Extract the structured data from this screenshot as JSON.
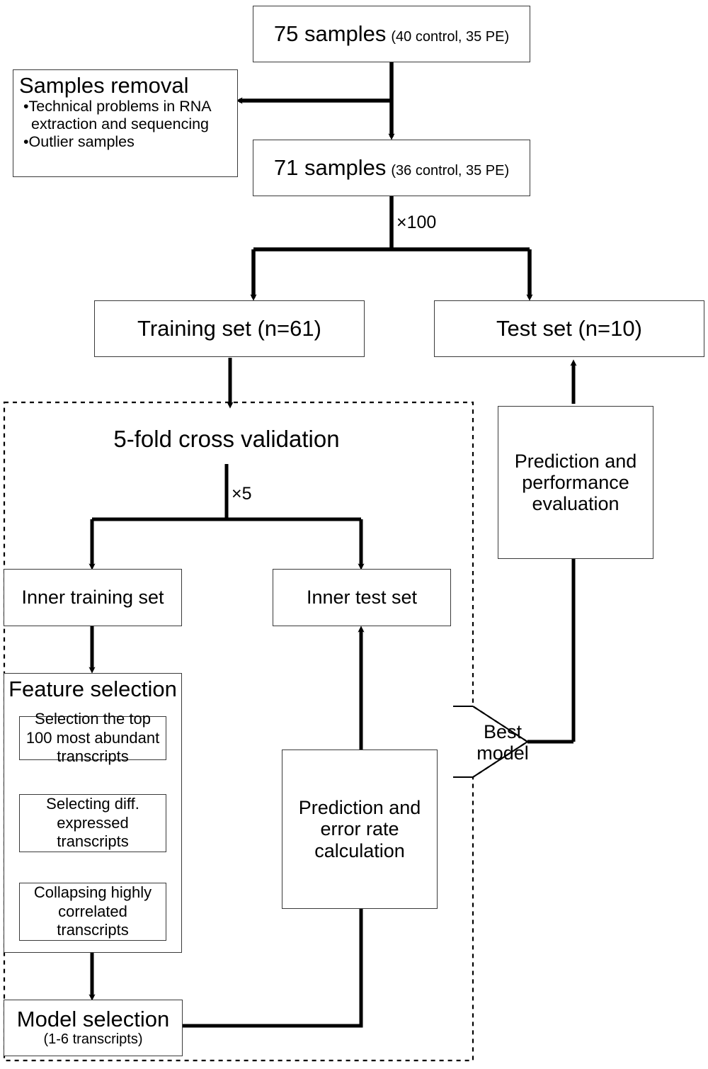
{
  "diagram": {
    "title": "Machine learning model development flowchart",
    "accent": "#000000",
    "boxes": {
      "samples75": {
        "main": "75 samples",
        "detail": "(40 control, 35 PE)"
      },
      "samples_removal": {
        "title": "Samples removal",
        "bullets": [
          "•Technical problems in RNA",
          "extraction and sequencing",
          "•Outlier samples"
        ]
      },
      "samples71": {
        "main": "71 samples",
        "detail": "(36 control, 35 PE)"
      },
      "training_set": {
        "label": "Training set (n=61)"
      },
      "test_set": {
        "label": "Test set (n=10)"
      },
      "cv_title": {
        "label": "5-fold cross validation"
      },
      "inner_training": {
        "label": "Inner training set"
      },
      "inner_test": {
        "label": "Inner test set"
      },
      "feature_selection": {
        "title": "Feature selection"
      },
      "fs_step1": {
        "lines": [
          "Selection the top",
          "100 most abundant",
          "transcripts"
        ]
      },
      "fs_step2": {
        "lines": [
          "Selecting diff.",
          "expressed",
          "transcripts"
        ]
      },
      "fs_step3": {
        "lines": [
          "Collapsing highly",
          "correlated",
          "transcripts"
        ]
      },
      "model_selection": {
        "title": "Model selection",
        "detail": "(1-6 transcripts)"
      },
      "pred_error": {
        "lines": [
          "Prediction and",
          "error rate",
          "calculation"
        ]
      },
      "pred_perf": {
        "lines": [
          "Prediction and",
          "performance",
          "evaluation"
        ]
      }
    },
    "edge_labels": {
      "repeat100": "×100",
      "repeat5": "×5",
      "best_model_line1": "Best",
      "best_model_line2": "model"
    }
  }
}
